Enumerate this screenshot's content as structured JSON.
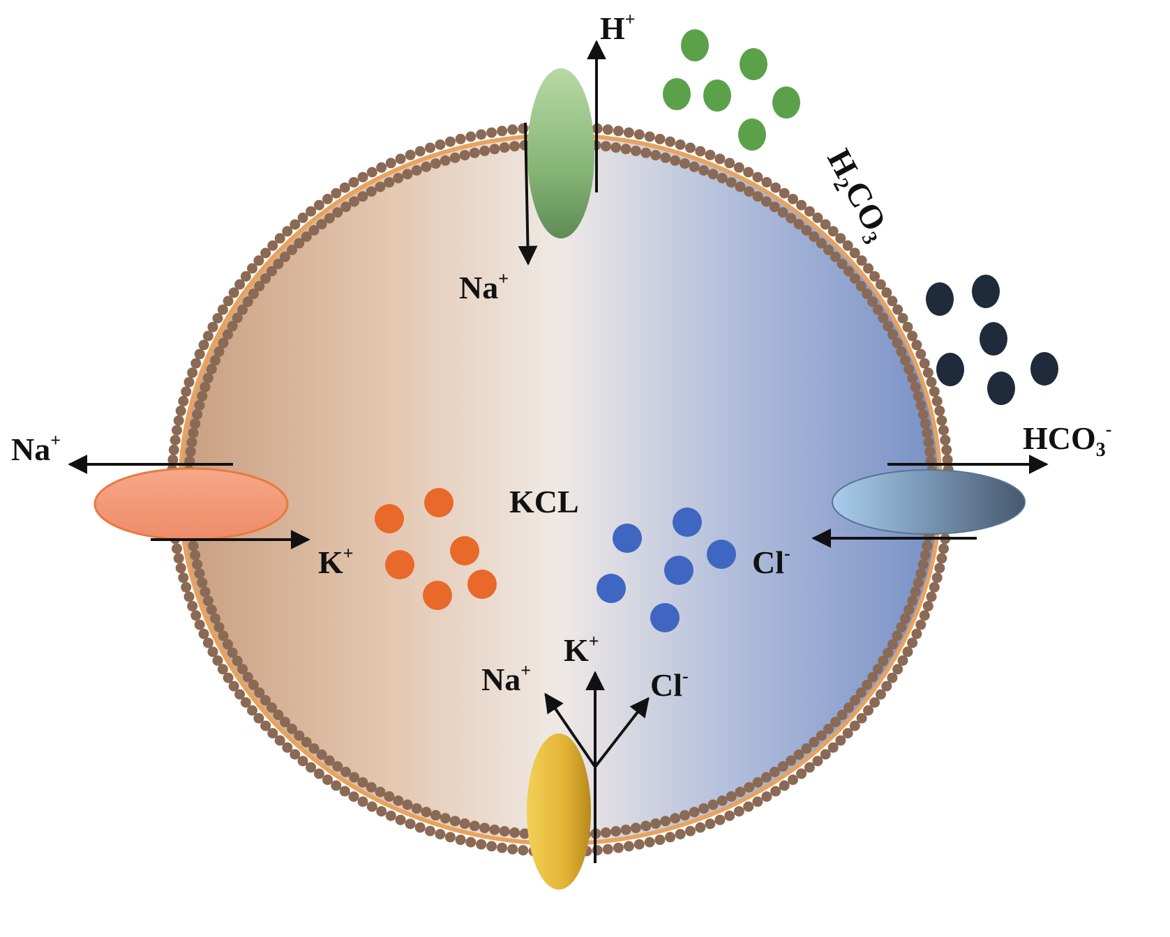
{
  "labels": {
    "center": "KCL",
    "h2co3": {
      "main": "H",
      "sub1": "2",
      "mid": "CO",
      "sub2": "3"
    },
    "top_h": {
      "base": "H",
      "sup": "+"
    },
    "top_na": {
      "base": "Na",
      "sup": "+"
    },
    "left_na": {
      "base": "Na",
      "sup": "+"
    },
    "left_k": {
      "base": "K",
      "sup": "+"
    },
    "right_hco3": {
      "base": "HCO",
      "sub": "3",
      "sup": "-"
    },
    "right_cl": {
      "base": "Cl",
      "sup": "-"
    },
    "bottom_na": {
      "base": "Na",
      "sup": "+"
    },
    "bottom_k": {
      "base": "K",
      "sup": "+"
    },
    "bottom_cl": {
      "base": "Cl",
      "sup": "-"
    }
  },
  "colors": {
    "membrane": "#8a6a55",
    "cell_left": "#d4ad8f",
    "cell_mid": "#efe7e1",
    "cell_right": "#7f97c8",
    "k_ion": "#e8692a",
    "cl_ion": "#3f66c0",
    "h2co3_ion": "#5aa14a",
    "hco3_ion": "#1f2a3a",
    "top_transporter": "#8fb97f",
    "left_transporter": "#f29a78",
    "right_transporter": "#6e88a6",
    "bottom_transporter": "#e6b83a"
  }
}
